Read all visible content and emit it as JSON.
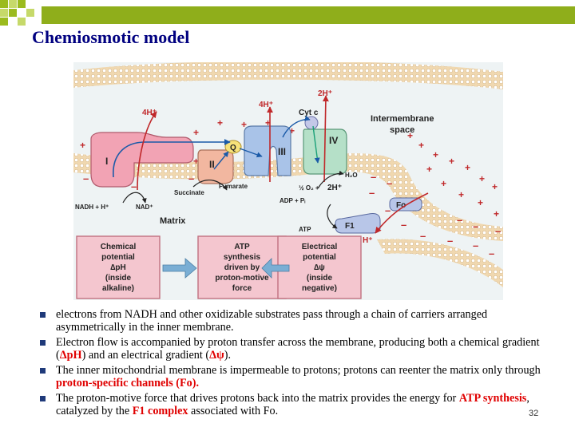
{
  "slide": {
    "title": "Chemiosmotic model",
    "number": "32",
    "accent_color": "#8fae1b",
    "title_color": "#000080",
    "bullet_icon": "square-bullet-icon"
  },
  "figure": {
    "complexes": {
      "I": "I",
      "II": "II",
      "III": "III",
      "IV": "IV",
      "Q": "Q"
    },
    "proton_labels": {
      "h4_left": "4H⁺",
      "h4_mid": "4H⁺",
      "h2_top": "2H⁺",
      "h2_matrix": "2H⁺",
      "h_synthase": "H⁺"
    },
    "cyt_c": "Cyt c",
    "intermembrane": [
      "Intermembrane",
      "space"
    ],
    "matrix": "Matrix",
    "nadh": "NADH + H⁺",
    "nad": "NAD⁺",
    "succinate": "Succinate",
    "fumarate": "Fumarate",
    "oxygen": "½ O₂ +",
    "water": "H₂O",
    "adp": "ADP + Pᵢ",
    "atp": "ATP",
    "fo": "Fo",
    "f1": "F1",
    "box_chemical": [
      "Chemical",
      "potential",
      "∆pH",
      "(inside",
      "alkaline)"
    ],
    "box_atp": [
      "ATP",
      "synthesis",
      "driven by",
      "proton-motive",
      "force"
    ],
    "box_electrical": [
      "Electrical",
      "potential",
      "∆ψ",
      "(inside",
      "negative)"
    ]
  },
  "bullets": [
    {
      "text": "electrons from NADH and other oxidizable substrates pass through a chain of carriers arranged asymmetrically in the inner membrane."
    },
    {
      "pre": "Electron flow is accompanied by proton transfer across the membrane, producing both a chemical gradient (",
      "em1": "ΔpH",
      "mid": ") and an electrical gradient (",
      "em2": "Δψ",
      "post": ")."
    },
    {
      "pre": "The inner mitochondrial membrane is impermeable to protons; protons can reenter the matrix only through ",
      "em1": "proton-specific channels (Fo)."
    },
    {
      "pre": "The proton-motive force that drives protons back into the matrix provides the energy for ",
      "em1": "ATP synthesis",
      "mid": ", catalyzed by the ",
      "em2": "F1 complex",
      "post": " associated with Fo."
    }
  ]
}
